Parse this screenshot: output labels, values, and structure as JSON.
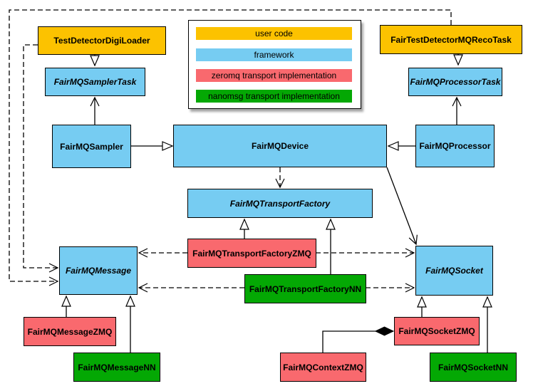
{
  "palette": {
    "user_code": "#FCC200",
    "framework": "#76CCF2",
    "zeromq": "#F9696E",
    "nanomsg": "#04A804",
    "line": "#000000",
    "background": "#FFFFFF"
  },
  "legend": {
    "items": [
      {
        "label": "user code",
        "role": "user_code"
      },
      {
        "label": "framework",
        "role": "framework"
      },
      {
        "label": "zeromq transport implementation",
        "role": "zeromq"
      },
      {
        "label": "nanomsg transport implementation",
        "role": "nanomsg"
      }
    ]
  },
  "nodes": {
    "digiLoader": {
      "label": "TestDetectorDigiLoader",
      "role": "user_code",
      "abstract": false
    },
    "recoTask": {
      "label": "FairTestDetectorMQRecoTask",
      "role": "user_code",
      "abstract": false
    },
    "samplerTask": {
      "label": "FairMQSamplerTask",
      "role": "framework",
      "abstract": true
    },
    "processorTask": {
      "label": "FairMQProcessorTask",
      "role": "framework",
      "abstract": true
    },
    "sampler": {
      "label": "FairMQSampler",
      "role": "framework",
      "abstract": false
    },
    "device": {
      "label": "FairMQDevice",
      "role": "framework",
      "abstract": false
    },
    "processor": {
      "label": "FairMQProcessor",
      "role": "framework",
      "abstract": false
    },
    "transportFactory": {
      "label": "FairMQTransportFactory",
      "role": "framework",
      "abstract": true
    },
    "transportFactoryZMQ": {
      "label": "FairMQTransportFactoryZMQ",
      "role": "zeromq",
      "abstract": false
    },
    "transportFactoryNN": {
      "label": "FairMQTransportFactoryNN",
      "role": "nanomsg",
      "abstract": false
    },
    "message": {
      "label": "FairMQMessage",
      "role": "framework",
      "abstract": true
    },
    "socket": {
      "label": "FairMQSocket",
      "role": "framework",
      "abstract": true
    },
    "messageZMQ": {
      "label": "FairMQMessageZMQ",
      "role": "zeromq",
      "abstract": false
    },
    "messageNN": {
      "label": "FairMQMessageNN",
      "role": "nanomsg",
      "abstract": false
    },
    "socketZMQ": {
      "label": "FairMQSocketZMQ",
      "role": "zeromq",
      "abstract": false
    },
    "socketNN": {
      "label": "FairMQSocketNN",
      "role": "nanomsg",
      "abstract": false
    },
    "contextZMQ": {
      "label": "FairMQContextZMQ",
      "role": "zeromq",
      "abstract": false
    }
  },
  "edges": [
    {
      "from": "TestDetectorDigiLoader",
      "to": "FairMQSamplerTask",
      "type": "inheritance"
    },
    {
      "from": "FairTestDetectorMQRecoTask",
      "to": "FairMQProcessorTask",
      "type": "inheritance"
    },
    {
      "from": "FairMQSampler",
      "to": "FairMQDevice",
      "type": "inheritance"
    },
    {
      "from": "FairMQProcessor",
      "to": "FairMQDevice",
      "type": "inheritance"
    },
    {
      "from": "FairMQSampler",
      "to": "FairMQSamplerTask",
      "type": "association"
    },
    {
      "from": "FairMQProcessor",
      "to": "FairMQProcessorTask",
      "type": "association"
    },
    {
      "from": "FairMQDevice",
      "to": "FairMQSocket",
      "type": "association"
    },
    {
      "from": "FairMQDevice",
      "to": "FairMQTransportFactory",
      "type": "dependency-dashed"
    },
    {
      "from": "FairMQTransportFactoryZMQ",
      "to": "FairMQTransportFactory",
      "type": "inheritance"
    },
    {
      "from": "FairMQTransportFactoryNN",
      "to": "FairMQTransportFactory",
      "type": "inheritance"
    },
    {
      "from": "FairMQTransportFactoryZMQ",
      "to": "FairMQMessage",
      "type": "dependency-dashed"
    },
    {
      "from": "FairMQTransportFactoryNN",
      "to": "FairMQMessage",
      "type": "dependency-dashed"
    },
    {
      "from": "FairMQTransportFactoryZMQ",
      "to": "FairMQSocket",
      "type": "dependency-dashed"
    },
    {
      "from": "FairMQTransportFactoryNN",
      "to": "FairMQSocket",
      "type": "dependency-dashed"
    },
    {
      "from": "TestDetectorDigiLoader",
      "to": "FairMQMessage",
      "type": "dependency-dashed"
    },
    {
      "from": "FairTestDetectorMQRecoTask",
      "to": "FairMQMessage",
      "type": "dependency-dashed"
    },
    {
      "from": "FairMQMessageZMQ",
      "to": "FairMQMessage",
      "type": "inheritance"
    },
    {
      "from": "FairMQMessageNN",
      "to": "FairMQMessage",
      "type": "inheritance"
    },
    {
      "from": "FairMQSocketZMQ",
      "to": "FairMQSocket",
      "type": "inheritance"
    },
    {
      "from": "FairMQSocketNN",
      "to": "FairMQSocket",
      "type": "inheritance"
    },
    {
      "from": "FairMQContextZMQ",
      "to": "FairMQSocketZMQ",
      "type": "composition"
    }
  ]
}
